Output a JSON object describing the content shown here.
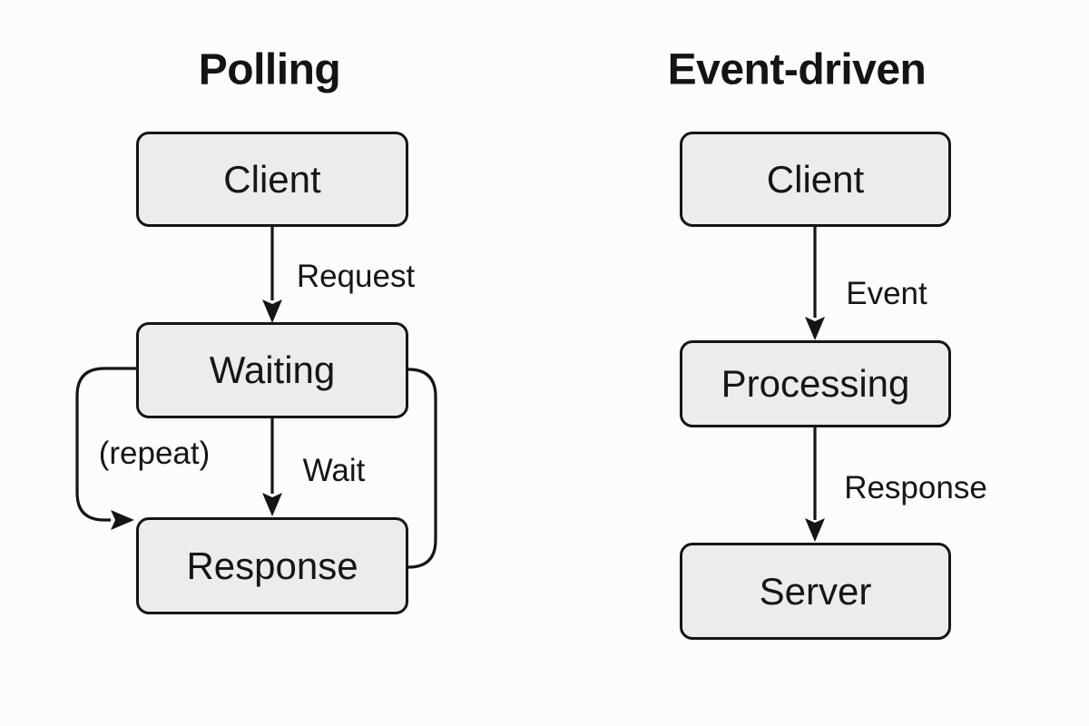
{
  "canvas": {
    "background_color": "#fcfcfc",
    "ink_color": "#151515",
    "node_fill_color": "#ececec"
  },
  "diagrams": [
    {
      "title": "Polling",
      "nodes": [
        {
          "label": "Client"
        },
        {
          "label": "Waiting"
        },
        {
          "label": "Response"
        }
      ],
      "edges": [
        {
          "from": "Client",
          "to": "Waiting",
          "label": "Request",
          "style": "straight-arrow"
        },
        {
          "from": "Waiting",
          "to": "Response",
          "label": "Wait",
          "style": "straight-arrow"
        },
        {
          "from": "Waiting",
          "to": "Response",
          "label": "(repeat)",
          "style": "loop-left-arrow"
        },
        {
          "from": "Response",
          "to": "Waiting",
          "label": "",
          "style": "loop-right-line"
        }
      ]
    },
    {
      "title": "Event-driven",
      "nodes": [
        {
          "label": "Client"
        },
        {
          "label": "Processing"
        },
        {
          "label": "Server"
        }
      ],
      "edges": [
        {
          "from": "Client",
          "to": "Processing",
          "label": "Event",
          "style": "straight-arrow"
        },
        {
          "from": "Processing",
          "to": "Server",
          "label": "Response",
          "style": "straight-arrow"
        }
      ]
    }
  ]
}
